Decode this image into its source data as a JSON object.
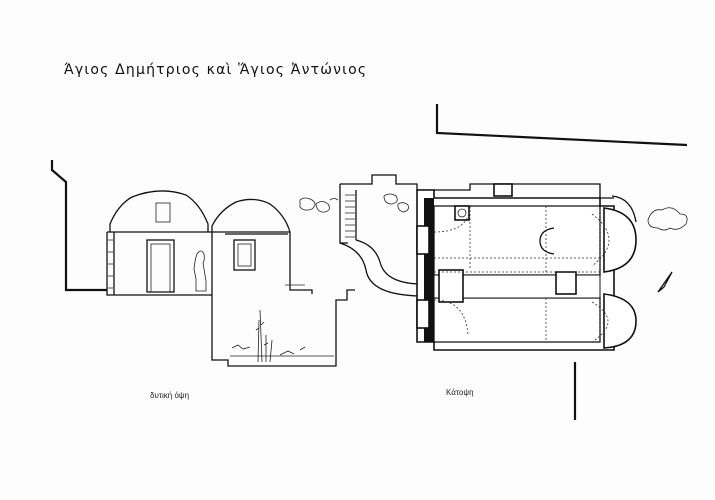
{
  "title": "Άγιος Δημήτριος καὶ Ἅγιος Ἀντώνιος",
  "captions": {
    "west_elevation": "δυτική όψη",
    "plan": "Κάτοψη"
  }
}
